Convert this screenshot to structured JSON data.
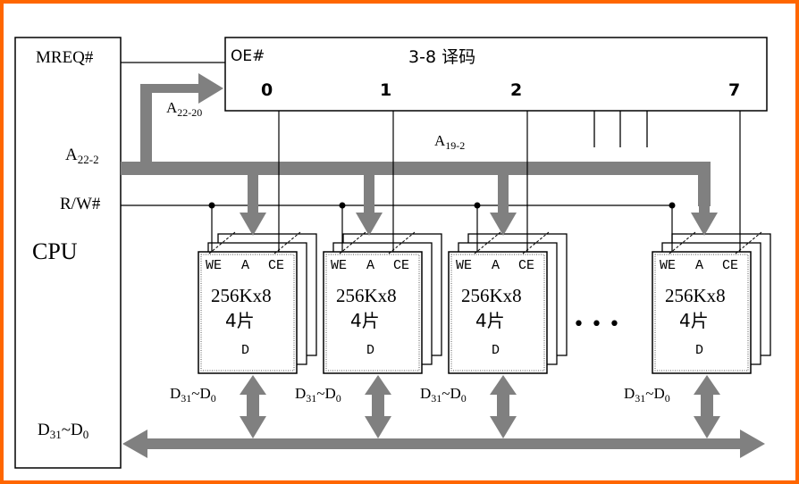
{
  "colors": {
    "frame": "#ff6600",
    "bus": "#808080",
    "line": "#000000",
    "background": "#ffffff"
  },
  "cpu": {
    "label": "CPU",
    "signals": {
      "mreq": "MREQ#",
      "addr_main": "A",
      "addr_main_sub": "22-2",
      "rw": "R/W#",
      "data": "D",
      "data_sub1": "31",
      "data_mid": "~D",
      "data_sub2": "0"
    }
  },
  "decoder": {
    "title": "3-8 译码",
    "enable": "OE#",
    "outputs": [
      "0",
      "1",
      "2",
      "7"
    ],
    "input_addr": "A",
    "input_addr_sub": "22-20"
  },
  "address_bus": {
    "label": "A",
    "label_sub": "19-2"
  },
  "chips": [
    {
      "we": "WE",
      "a": "A",
      "ce": "CE",
      "size": "256Kx8",
      "count": "4片",
      "d": "D",
      "bus_label": "D",
      "bus_sub1": "31",
      "bus_mid": "~D",
      "bus_sub2": "0"
    },
    {
      "we": "WE",
      "a": "A",
      "ce": "CE",
      "size": "256Kx8",
      "count": "4片",
      "d": "D",
      "bus_label": "D",
      "bus_sub1": "31",
      "bus_mid": "~D",
      "bus_sub2": "0"
    },
    {
      "we": "WE",
      "a": "A",
      "ce": "CE",
      "size": "256Kx8",
      "count": "4片",
      "d": "D",
      "bus_label": "D",
      "bus_sub1": "31",
      "bus_mid": "~D",
      "bus_sub2": "0"
    },
    {
      "we": "WE",
      "a": "A",
      "ce": "CE",
      "size": "256Kx8",
      "count": "4片",
      "d": "D",
      "bus_label": "D",
      "bus_sub1": "31",
      "bus_mid": "~D",
      "bus_sub2": "0"
    }
  ],
  "ellipsis": "• • •"
}
